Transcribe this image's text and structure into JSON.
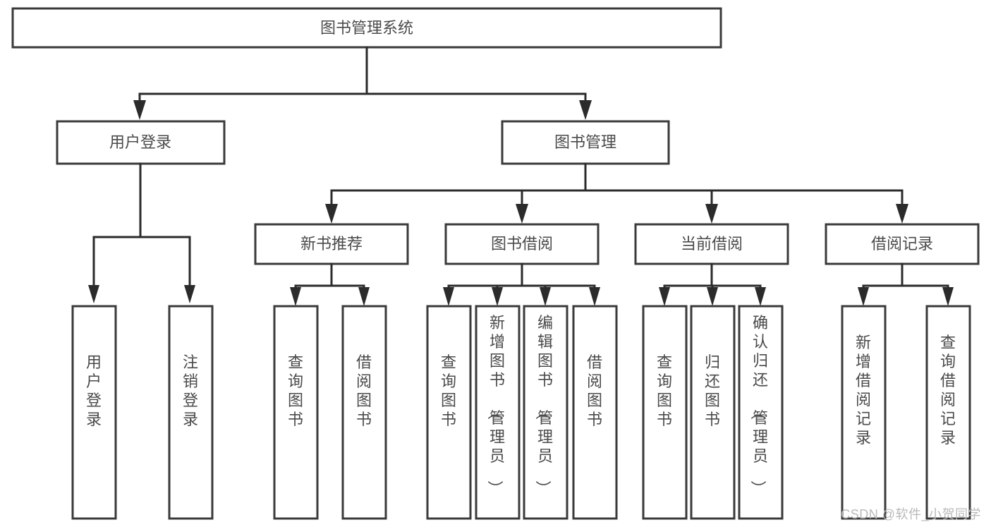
{
  "diagram": {
    "type": "tree",
    "title": "图书管理系统",
    "orientation": "top-down",
    "root": {
      "id": "root",
      "label": "图书管理系统"
    },
    "level2": [
      {
        "id": "user-login",
        "label": "用户登录"
      },
      {
        "id": "book-manage",
        "label": "图书管理"
      }
    ],
    "level3": [
      {
        "id": "new-book-rec",
        "label": "新书推荐",
        "parent": "book-manage"
      },
      {
        "id": "book-borrow",
        "label": "图书借阅",
        "parent": "book-manage"
      },
      {
        "id": "current-borrow",
        "label": "当前借阅",
        "parent": "book-manage"
      },
      {
        "id": "borrow-record",
        "label": "借阅记录",
        "parent": "book-manage"
      }
    ],
    "leaves": {
      "user-login": [
        {
          "id": "leaf-user-login",
          "label": "用户登录"
        },
        {
          "id": "leaf-logout",
          "label": "注销登录"
        }
      ],
      "new-book-rec": [
        {
          "id": "leaf-query-book-1",
          "label": "查询图书"
        },
        {
          "id": "leaf-borrow-book-1",
          "label": "借阅图书"
        }
      ],
      "book-borrow": [
        {
          "id": "leaf-query-book-2",
          "label": "查询图书"
        },
        {
          "id": "leaf-add-book",
          "label": "新增图书（管理员）"
        },
        {
          "id": "leaf-edit-book",
          "label": "编辑图书（管理员）"
        },
        {
          "id": "leaf-borrow-book-2",
          "label": "借阅图书"
        }
      ],
      "current-borrow": [
        {
          "id": "leaf-query-book-3",
          "label": "查询图书"
        },
        {
          "id": "leaf-return-book",
          "label": "归还图书"
        },
        {
          "id": "leaf-confirm-return",
          "label": "确认归还（管理员）"
        }
      ],
      "borrow-record": [
        {
          "id": "leaf-add-record",
          "label": "新增借阅记录"
        },
        {
          "id": "leaf-query-record",
          "label": "查询借阅记录"
        }
      ]
    }
  },
  "watermark": {
    "text": "CSDN @软件_小贺同学"
  },
  "colors": {
    "box_stroke": "#3a3a3a",
    "line": "#2b2b2b",
    "text": "#4a4a4a",
    "background": "#ffffff",
    "watermark": "#b9b9b9"
  }
}
